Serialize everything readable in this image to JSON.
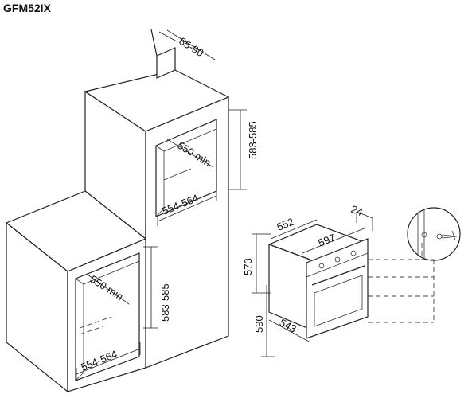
{
  "model": "GFM52IX",
  "dimensions": {
    "column_top_offset": "85-90",
    "column_depth": "550 min",
    "column_height": "583-585",
    "column_width": "554-564",
    "base_depth": "550 min",
    "base_height": "583-585",
    "base_width": "554-564",
    "oven_depth": "552",
    "oven_width": "597",
    "oven_front_thickness": "24",
    "oven_upper_height": "573",
    "oven_total_height": "590",
    "oven_body_depth": "543"
  }
}
